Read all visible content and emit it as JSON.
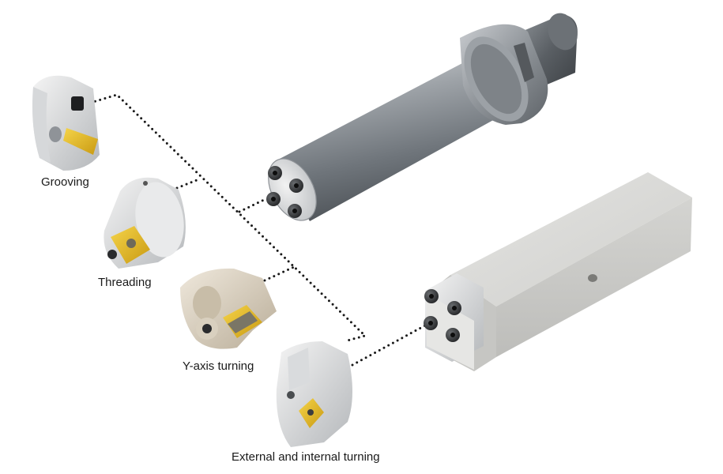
{
  "labels": {
    "grooving": "Grooving",
    "threading": "Threading",
    "y_axis_turning": "Y-axis turning",
    "external_internal_turning": "External and internal turning"
  }
}
